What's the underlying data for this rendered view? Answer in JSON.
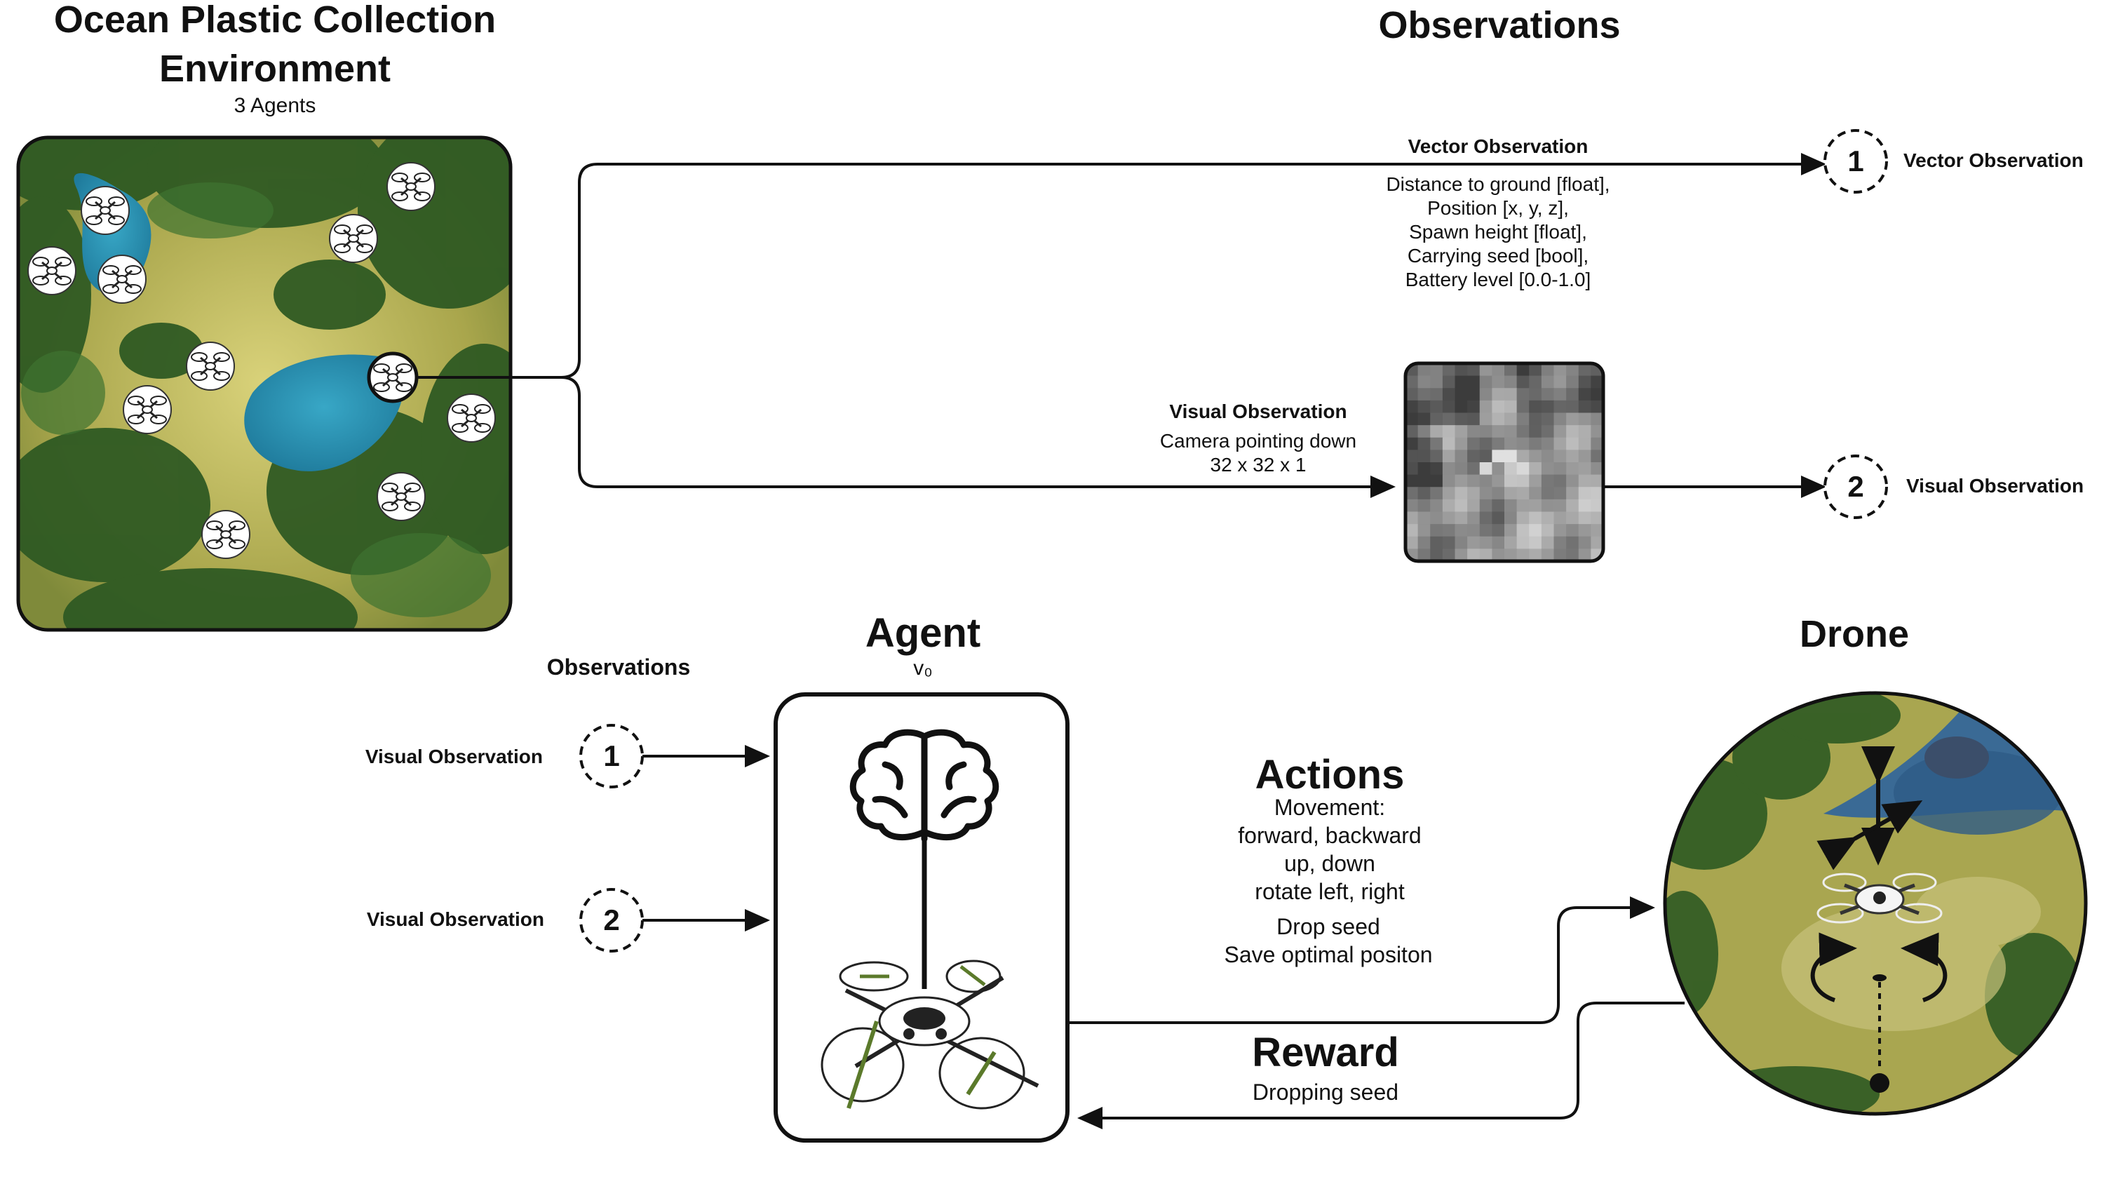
{
  "environment": {
    "title_line1": "Ocean Plastic Collection",
    "title_line2": "Environment",
    "subtitle": "3 Agents"
  },
  "observations_section": {
    "title": "Observations",
    "vector": {
      "label": "Vector Observation",
      "items": [
        "Distance to ground [float],",
        "Position [x, y, z],",
        "Spawn height [float],",
        "Carrying seed [bool],",
        "Battery level [0.0-1.0]"
      ],
      "badge_number": "1",
      "output_label": "Vector Observation"
    },
    "visual": {
      "label": "Visual Observation",
      "desc_line1": "Camera pointing down",
      "desc_line2": "32 x 32 x 1",
      "badge_number": "2",
      "output_label": "Visual Observation"
    }
  },
  "agent": {
    "title": "Agent",
    "version": "v₀",
    "observations_title": "Observations",
    "inputs": [
      {
        "label": "Visual Observation",
        "number": "1"
      },
      {
        "label": "Visual Observation",
        "number": "2"
      }
    ]
  },
  "actions": {
    "title": "Actions",
    "lines": [
      "Movement:",
      "forward, backward",
      "up, down",
      "rotate left, right"
    ],
    "extra_lines": [
      "Drop seed",
      "Save optimal positon"
    ]
  },
  "reward": {
    "title": "Reward",
    "desc": "Dropping seed"
  },
  "drone": {
    "title": "Drone"
  },
  "colors": {
    "terrain_grass": "#a8a84e",
    "terrain_forest": "#2f5a23",
    "water": "#2f8fb0",
    "stroke": "#111111"
  },
  "icons": {
    "brain": "brain-icon",
    "drone": "drone-icon",
    "up_down_arrow": "move-arrows-icon",
    "rotate": "rotate-arrows-icon"
  }
}
